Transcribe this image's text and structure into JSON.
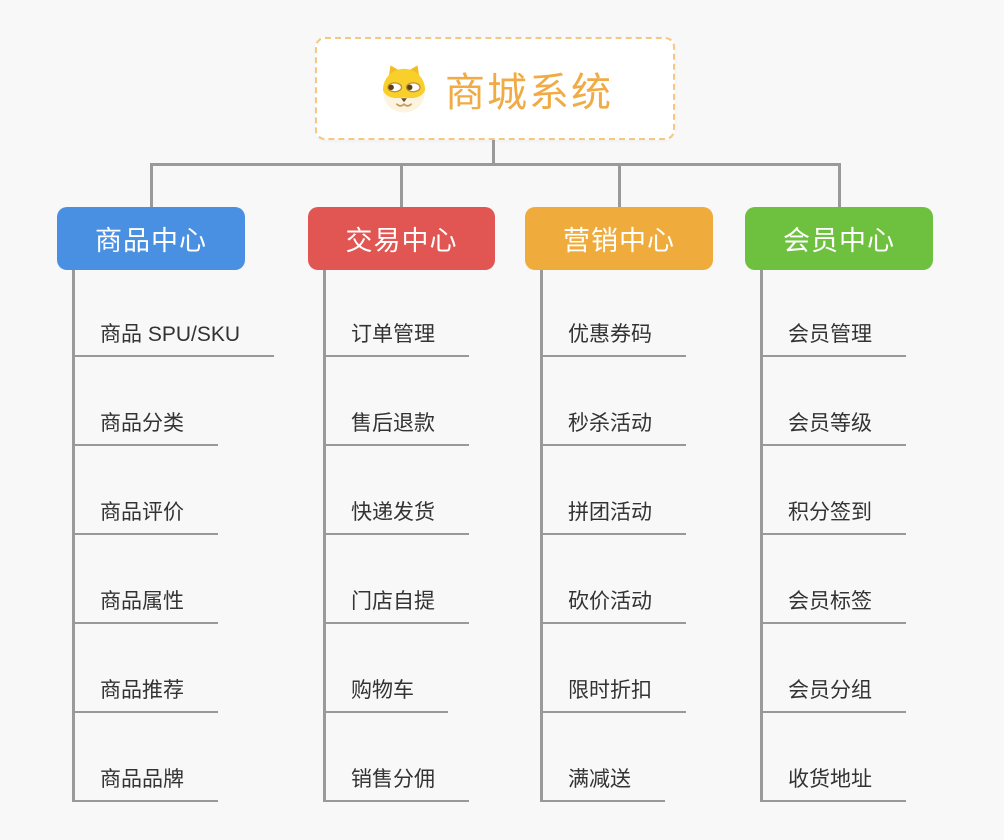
{
  "root": {
    "title": "商城系统",
    "icon": "dog-face-icon",
    "title_color": "#f0ab44",
    "border_color": "#f6c77e"
  },
  "connector_color": "#9a9a9a",
  "branches": [
    {
      "label": "商品中心",
      "color": "#4a90e2",
      "children": [
        "商品 SPU/SKU",
        "商品分类",
        "商品评价",
        "商品属性",
        "商品推荐",
        "商品品牌"
      ]
    },
    {
      "label": "交易中心",
      "color": "#e15652",
      "children": [
        "订单管理",
        "售后退款",
        "快递发货",
        "门店自提",
        "购物车",
        "销售分佣"
      ]
    },
    {
      "label": "营销中心",
      "color": "#efac3d",
      "children": [
        "优惠券码",
        "秒杀活动",
        "拼团活动",
        "砍价活动",
        "限时折扣",
        "满减送"
      ]
    },
    {
      "label": "会员中心",
      "color": "#6dc13f",
      "children": [
        "会员管理",
        "会员等级",
        "积分签到",
        "会员标签",
        "会员分组",
        "收货地址"
      ]
    }
  ]
}
